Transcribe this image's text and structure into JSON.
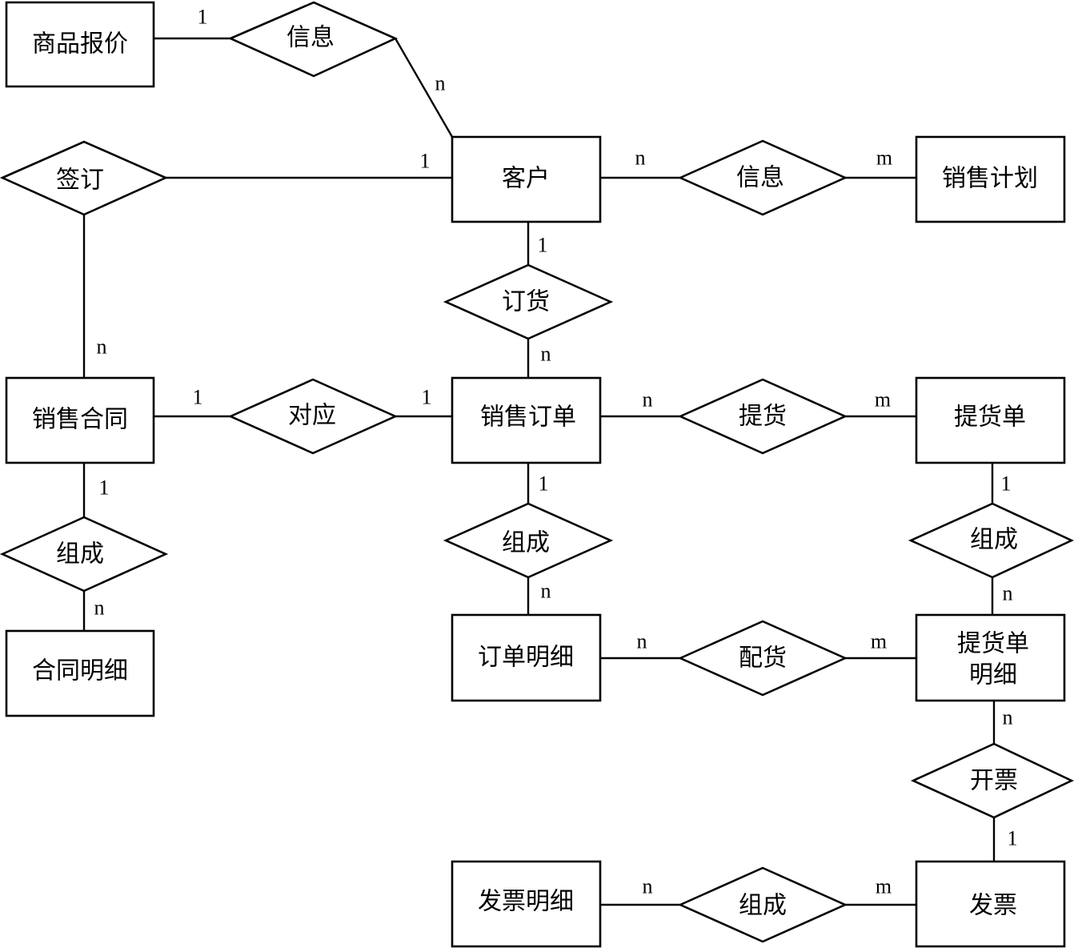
{
  "entities": {
    "product_quote": "商品报价",
    "customer": "客户",
    "sales_plan": "销售计划",
    "sales_contract": "销售合同",
    "sales_order": "销售订单",
    "delivery_note": "提货单",
    "contract_detail": "合同明细",
    "order_detail": "订单明细",
    "delivery_detail": {
      "line1": "提货单",
      "line2": "明细"
    },
    "invoice_detail": "发票明细",
    "invoice": "发票"
  },
  "relationships": {
    "quote_info": {
      "label": "信息",
      "card_a": "1",
      "card_b": "n"
    },
    "sign": {
      "label": "签订",
      "card_a": "1",
      "card_b": "n"
    },
    "customer_plan_info": {
      "label": "信息",
      "card_a": "n",
      "card_b": "m"
    },
    "order_goods": {
      "label": "订货",
      "card_a": "1",
      "card_b": "n"
    },
    "correspond": {
      "label": "对应",
      "card_a": "1",
      "card_b": "1"
    },
    "pick_up": {
      "label": "提货",
      "card_a": "n",
      "card_b": "m"
    },
    "contract_compose": {
      "label": "组成",
      "card_a": "1",
      "card_b": "n"
    },
    "order_compose": {
      "label": "组成",
      "card_a": "1",
      "card_b": "n"
    },
    "delivery_compose": {
      "label": "组成",
      "card_a": "1",
      "card_b": "n"
    },
    "allocate": {
      "label": "配货",
      "card_a": "n",
      "card_b": "m"
    },
    "invoicing": {
      "label": "开票",
      "card_a": "n",
      "card_b": "1"
    },
    "invoice_compose": {
      "label": "组成",
      "card_a": "n",
      "card_b": "m"
    }
  }
}
